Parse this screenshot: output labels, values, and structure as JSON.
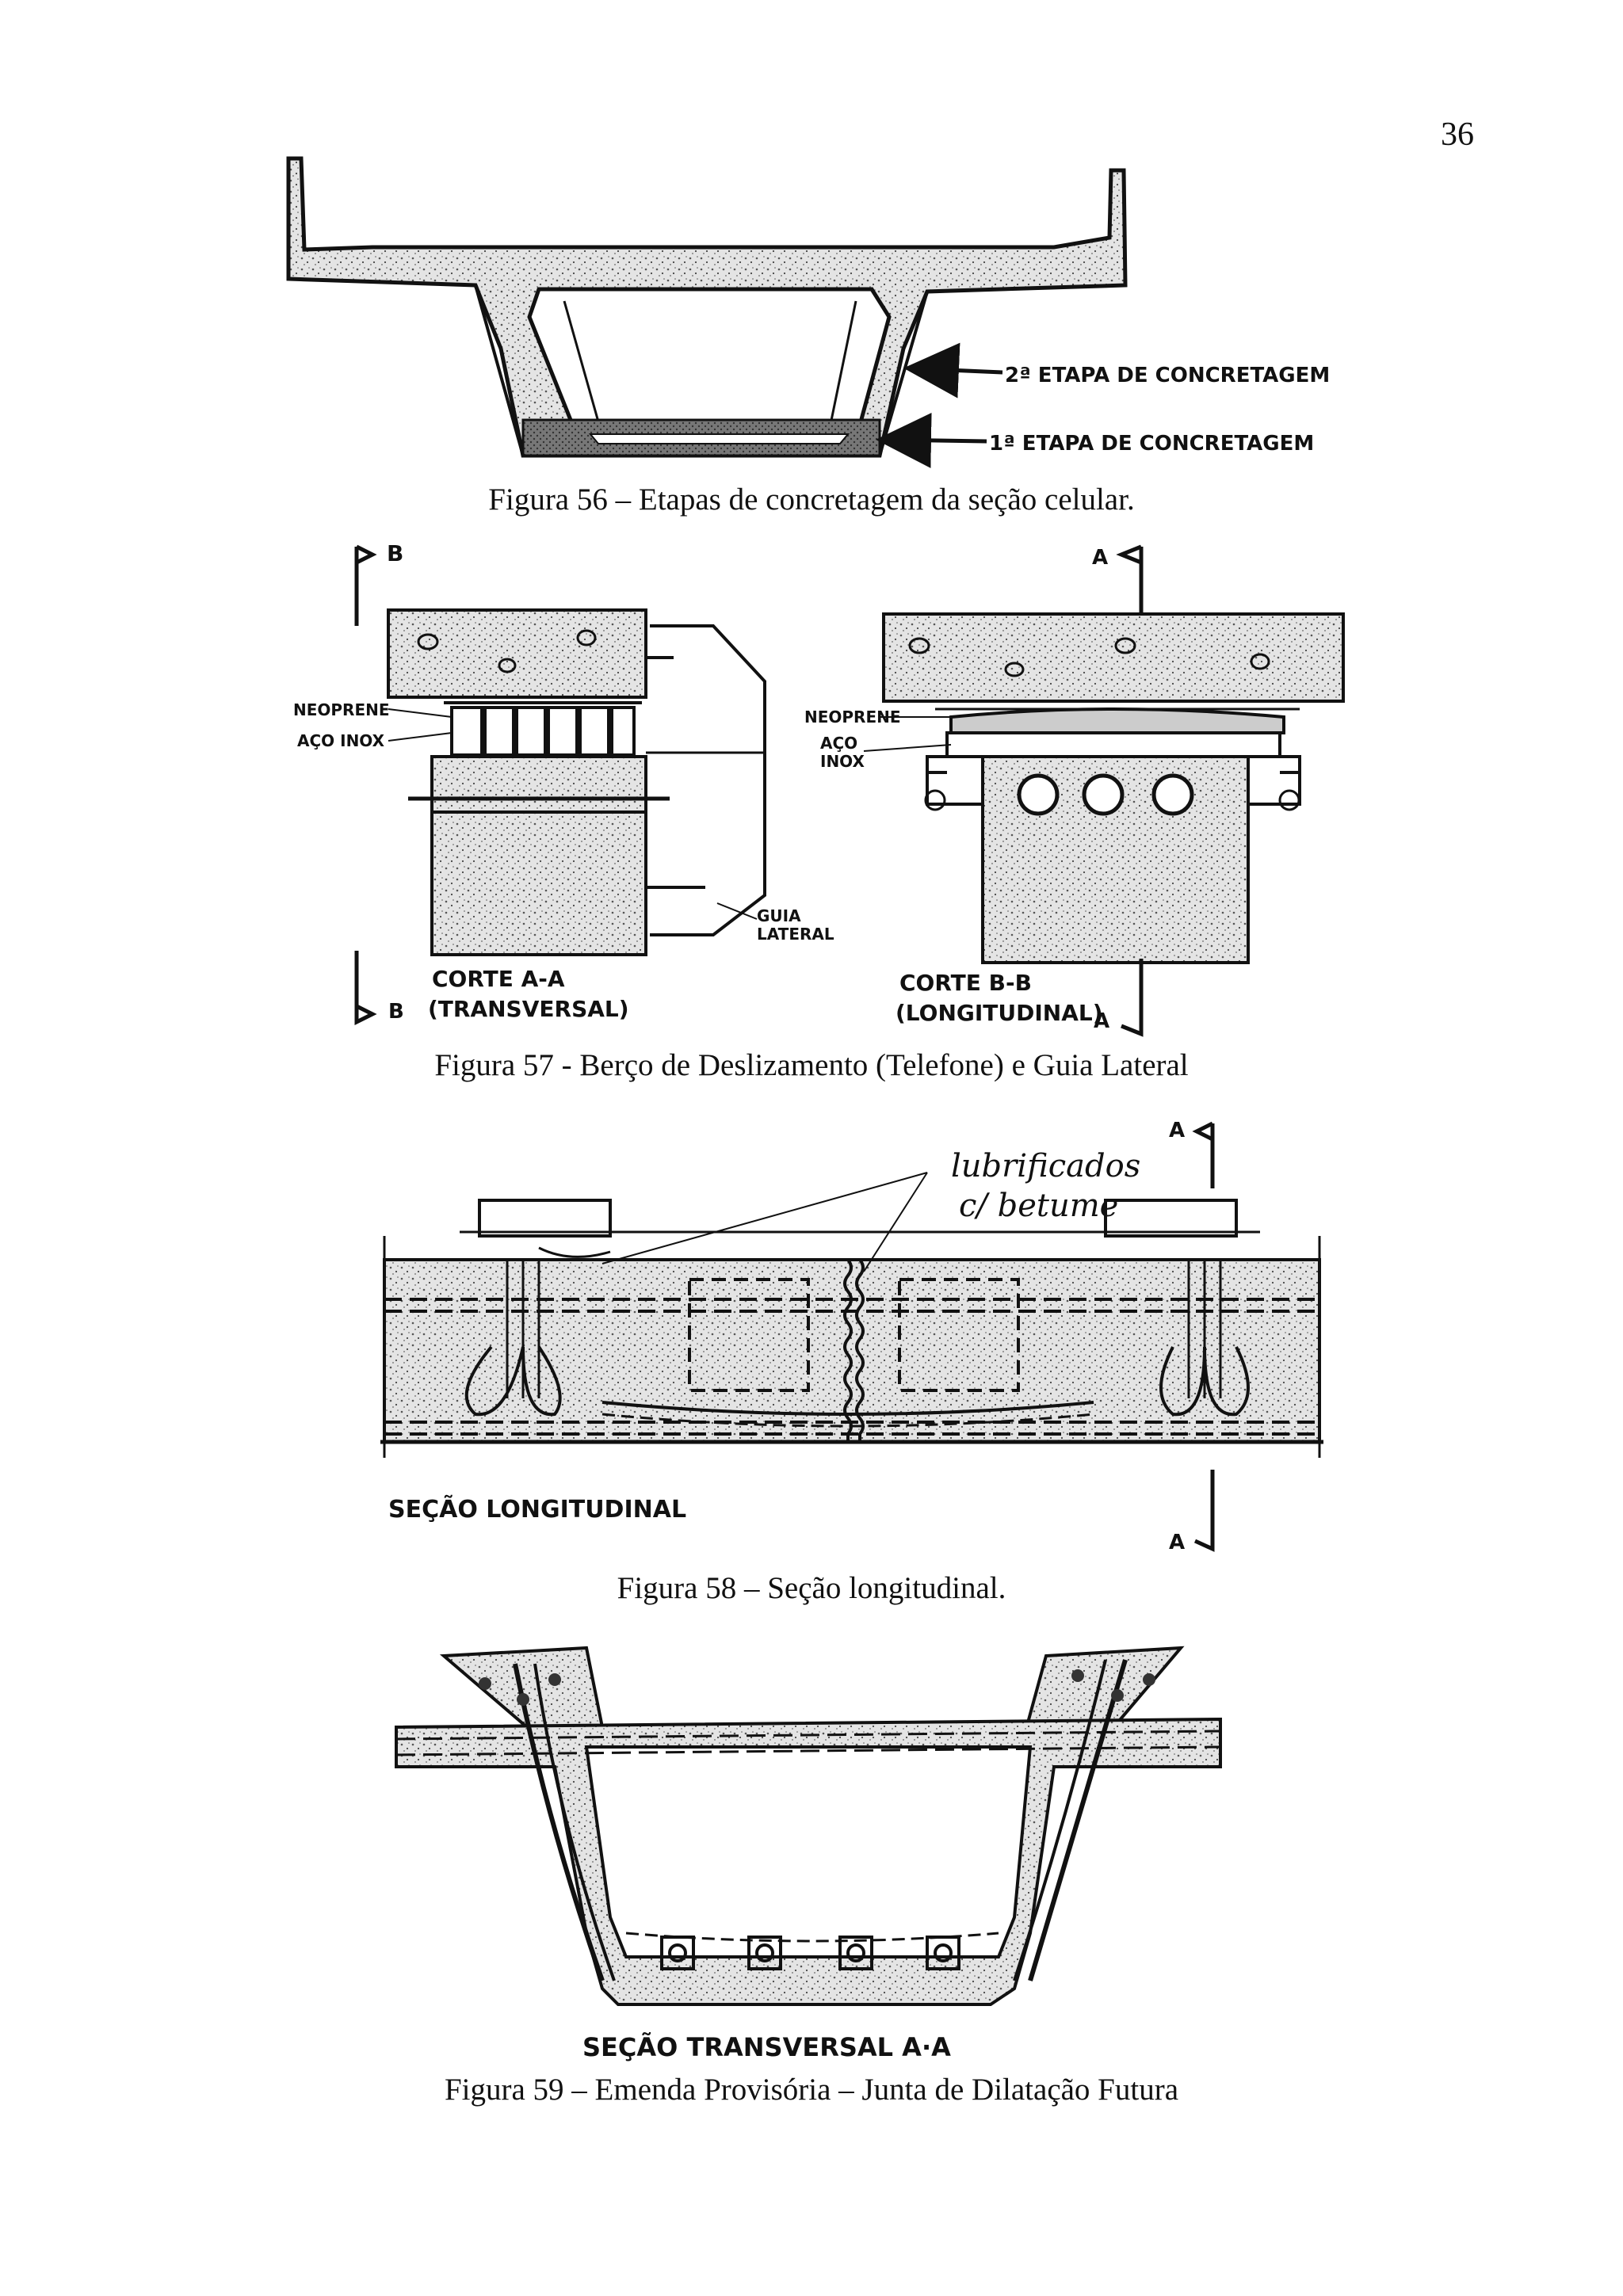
{
  "page": {
    "number": "36"
  },
  "figures": [
    {
      "id": "fig56",
      "caption": "Figura 56 – Etapas de concretagem da seção celular.",
      "labels": {
        "stage2": "2ª ETAPA DE CONCRETAGEM",
        "stage1": "1ª ETAPA DE CONCRETAGEM"
      }
    },
    {
      "id": "fig57",
      "caption": "Figura 57 - Berço de Deslizamento (Telefone) e Guia Lateral",
      "labels": {
        "b_top": "B",
        "b_bottom": "B",
        "a_top": "A",
        "a_bottom": "A",
        "neoprene_left": "NEOPRENE",
        "aco_inox_left": "AÇO INOX",
        "neoprene_right": "NEOPRENE",
        "aco_right": "AÇO",
        "inox_right": "INOX",
        "guia": "GUIA",
        "lateral": "LATERAL",
        "corte_aa": "CORTE A-A",
        "transversal": "(TRANSVERSAL)",
        "corte_bb": "CORTE B-B",
        "longitudinal": "(LONGITUDINAL)"
      }
    },
    {
      "id": "fig58",
      "caption": "Figura 58 – Seção longitudinal.",
      "labels": {
        "hand1": "lubrificados",
        "hand2": "c/ betume",
        "a_top": "A",
        "a_bottom": "A",
        "section": "SEÇÃO LONGITUDINAL"
      }
    },
    {
      "id": "fig59",
      "caption": "Figura 59 – Emenda Provisória – Junta de Dilatação Futura",
      "labels": {
        "section": "SEÇÃO TRANSVERSAL A·A"
      }
    }
  ]
}
